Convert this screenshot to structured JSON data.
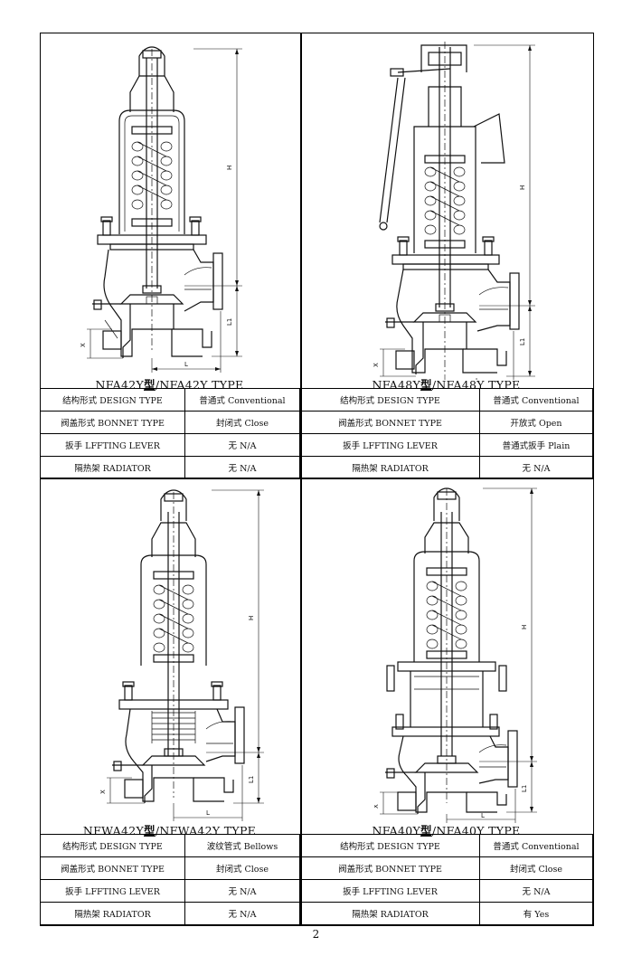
{
  "panels": [
    {
      "caption_model": "NFA42Y",
      "caption_char": "型",
      "caption_rest": "/NFA42Y TYPE",
      "rows": [
        {
          "key": "结构形式 DESIGN TYPE",
          "value": "普通式 Conventional"
        },
        {
          "key": "阀盖形式 BONNET TYPE",
          "value": "封闭式 Close"
        },
        {
          "key": "扳手 LFFTING LEVER",
          "value": "无 N/A"
        },
        {
          "key": "隔热架 RADIATOR",
          "value": "无 N/A"
        }
      ]
    },
    {
      "caption_model": "NFA48Y",
      "caption_char": "型",
      "caption_rest": "/NFA48Y TYPE",
      "rows": [
        {
          "key": "结构形式 DESIGN TYPE",
          "value": "普通式 Conventional"
        },
        {
          "key": "阀盖形式 BONNET TYPE",
          "value": "开放式 Open"
        },
        {
          "key": "扳手 LFFTING LEVER",
          "value": "普通式扳手 Plain"
        },
        {
          "key": "隔热架 RADIATOR",
          "value": "无 N/A"
        }
      ]
    },
    {
      "caption_model": "NFWA42Y",
      "caption_char": "型",
      "caption_rest": "/NFWA42Y TYPE",
      "rows": [
        {
          "key": "结构形式 DESIGN TYPE",
          "value": "波纹管式 Bellows"
        },
        {
          "key": "阀盖形式 BONNET TYPE",
          "value": "封闭式 Close"
        },
        {
          "key": "扳手 LFFTING LEVER",
          "value": "无 N/A"
        },
        {
          "key": "隔热架 RADIATOR",
          "value": "无 N/A"
        }
      ]
    },
    {
      "caption_model": "NFA40Y",
      "caption_char": "型",
      "caption_rest": "/NFA40Y TYPE",
      "rows": [
        {
          "key": "结构形式 DESIGN TYPE",
          "value": "普通式 Conventional"
        },
        {
          "key": "阀盖形式 BONNET TYPE",
          "value": "封闭式 Close"
        },
        {
          "key": "扳手 LFFTING LEVER",
          "value": "无 N/A"
        },
        {
          "key": "隔热架 RADIATOR",
          "value": "有 Yes"
        }
      ]
    }
  ],
  "dimension_labels": {
    "h": "H",
    "l1": "L1",
    "l": "L",
    "x": "X"
  },
  "page_number": "2"
}
